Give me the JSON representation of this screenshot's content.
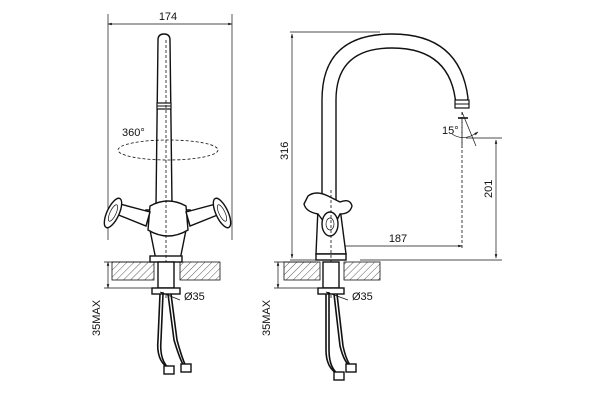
{
  "dimensions": {
    "front_width": "174",
    "swivel_angle": "360°",
    "front_hole_dia": "Ø35",
    "front_max_thickness": "35MAX",
    "side_height": "316",
    "spout_angle": "15°",
    "spout_reach": "187",
    "spout_clearance": "201",
    "side_hole_dia": "Ø35",
    "side_max_thickness": "35MAX"
  }
}
